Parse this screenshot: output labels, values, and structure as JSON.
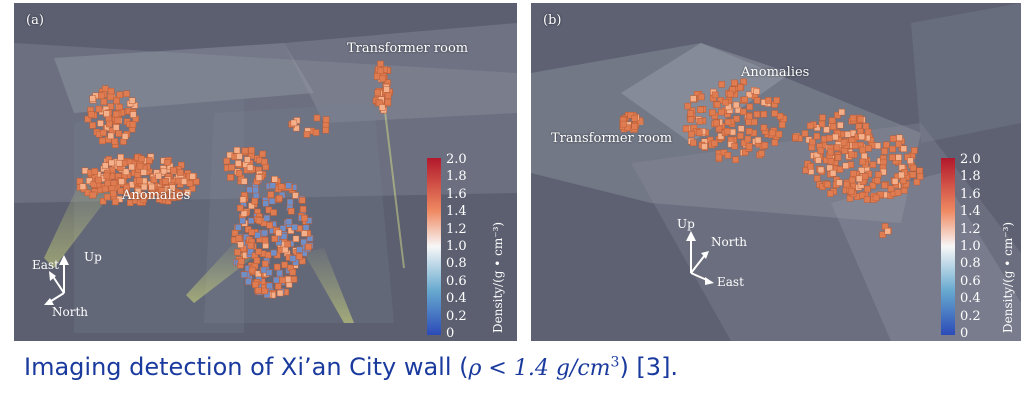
{
  "panel_a": {
    "letter": "(a)",
    "labels": {
      "transformer": "Transformer room",
      "anomalies": "Anomalies"
    },
    "compass": {
      "up": "Up",
      "first": "East",
      "second": "North"
    },
    "colorbar": {
      "title": "Density/(g • cm⁻³)",
      "ticks": [
        "2.0",
        "1.8",
        "1.6",
        "1.4",
        "1.2",
        "1.0",
        "0.8",
        "0.6",
        "0.4",
        "0.2",
        "0"
      ]
    }
  },
  "panel_b": {
    "letter": "(b)",
    "labels": {
      "transformer": "Transformer room",
      "anomalies": "Anomalies"
    },
    "compass": {
      "up": "Up",
      "first": "North",
      "second": "East"
    },
    "colorbar": {
      "title": "Density/(g • cm⁻³)",
      "ticks": [
        "2.0",
        "1.8",
        "1.6",
        "1.4",
        "1.2",
        "1.0",
        "0.8",
        "0.6",
        "0.4",
        "0.2",
        "0"
      ]
    }
  },
  "caption": {
    "prefix": "Imaging detection of Xi’an City wall (",
    "rho": "ρ < 1.4 g/cm",
    "exp": "3",
    "suffix": ") [3]."
  },
  "colors": {
    "anomaly": "#e8875a",
    "background": "#5a5f72",
    "caption": "#1a3a9e"
  }
}
